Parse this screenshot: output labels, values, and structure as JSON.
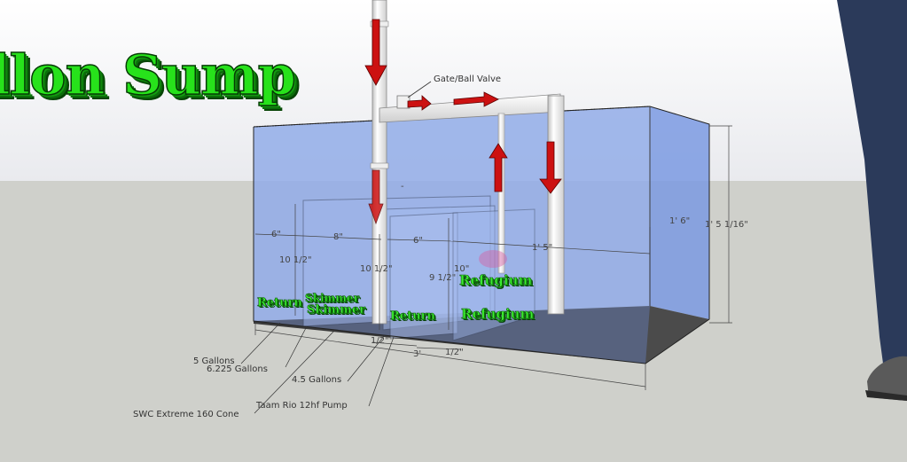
{
  "title": "llon Sump",
  "callouts": {
    "valve": "Gate/Ball Valve",
    "g5": "5 Gallons",
    "g6225": "6.225 Gallons",
    "g45": "4.5 Gallons",
    "pump": "Taam Rio 12hf Pump",
    "cone": "SWC Extreme 160 Cone"
  },
  "dimensions": {
    "d6a": "6\"",
    "d8": "8\"",
    "d6b": "6\"",
    "d105": "10 1/2\"",
    "d105b": "10 1/2\"",
    "d10": "10\"",
    "d9": "9 1/2\"",
    "d15": "1' 5\"",
    "d16": "1' 6\"",
    "d1516": "1' 5 1/16\"",
    "d3": "3'",
    "d12a": "1/2\"",
    "d12b": "1/2\"",
    "dash": "-"
  },
  "green_labels": {
    "g1": "Return",
    "g2": "Skimmer",
    "g3": "Return",
    "g4": "Refugium",
    "g5": "Refugium",
    "g6": "Skimmer"
  },
  "colors": {
    "title_green": "#27e21b",
    "glass": "#5b7fd6",
    "arrow": "#cc1111",
    "ground": "#cfd0cb",
    "pipe": "#f6f6f6"
  }
}
